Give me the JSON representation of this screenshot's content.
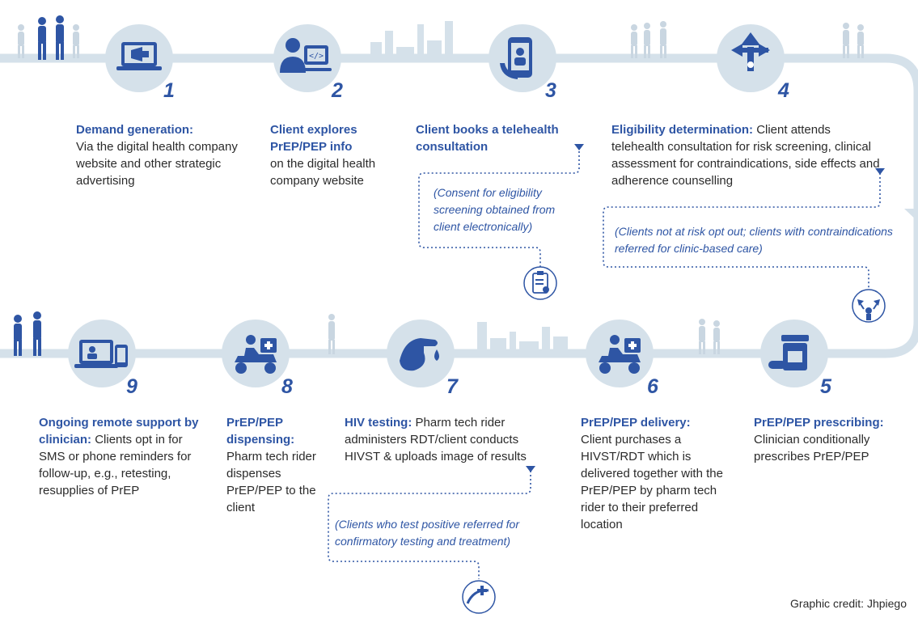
{
  "steps": [
    {
      "number": "1",
      "title": "Demand generation:",
      "body": "Via the digital health company website and other strategic advertising",
      "icon": "laptop-megaphone-icon"
    },
    {
      "number": "2",
      "title": "Client explores PrEP/PEP info",
      "body": "on the digital health company website",
      "icon": "person-computer-icon"
    },
    {
      "number": "3",
      "title": "Client books a telehealth consultation",
      "body": "",
      "icon": "phone-video-call-icon"
    },
    {
      "number": "4",
      "title": "Eligibility determination:",
      "body": "Client attends telehealth consultation for risk screening, clinical assessment for contraindications, side effects and adherence counselling",
      "icon": "person-crossroads-icon"
    },
    {
      "number": "5",
      "title": "PrEP/PEP prescribing:",
      "body": "Clinician conditionally prescribes PrEP/PEP",
      "icon": "pill-bottle-icon"
    },
    {
      "number": "6",
      "title": "PrEP/PEP delivery:",
      "body": "Client purchases a HIVST/RDT which is delivered together with the PrEP/PEP by pharm tech rider to their preferred location",
      "icon": "delivery-scooter-icon"
    },
    {
      "number": "7",
      "title": "HIV testing:",
      "body": "Pharm tech rider administers RDT/client conducts HIVST & uploads image of results",
      "icon": "finger-blood-drop-icon"
    },
    {
      "number": "8",
      "title": "PrEP/PEP dispensing:",
      "body": "Pharm tech rider dispenses PrEP/PEP to the client",
      "icon": "delivery-scooter-icon"
    },
    {
      "number": "9",
      "title": "Ongoing remote support by clinician:",
      "body": "Clients opt in for SMS or phone reminders for follow-up, e.g., retesting, resupplies of PrEP",
      "icon": "laptop-phone-icon"
    }
  ],
  "notes": {
    "consent": "(Consent for eligibility screening obtained from client electronically)",
    "opt_out": "(Clients not at risk opt out; clients with contraindications referred for clinic-based care)",
    "positive": "(Clients who test positive referred for confirmatory testing and treatment)"
  },
  "credit": "Graphic credit: Jhpiego",
  "colors": {
    "primary_blue": "#2e55a4",
    "circle_fill": "#d5e1ea",
    "path_line": "#d5e1ea",
    "silhouette": "#c9d6e1",
    "text": "#2b2b2b"
  }
}
